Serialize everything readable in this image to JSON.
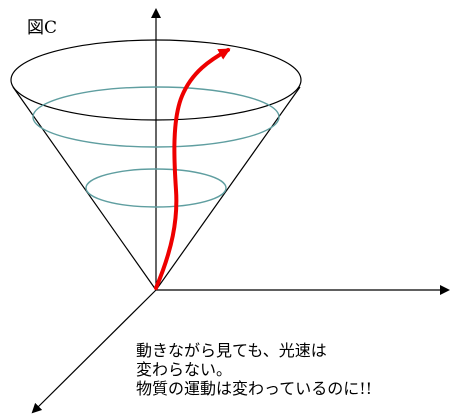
{
  "figure_label": "図C",
  "caption_lines": [
    "動きながら見ても、光速は",
    "変わらない。",
    "物質の運動は変わっているのに!!"
  ],
  "colors": {
    "axis": "#000000",
    "cone_outline": "#000000",
    "cone_rings": "#5f9ea0",
    "worldline": "#ee0000"
  }
}
